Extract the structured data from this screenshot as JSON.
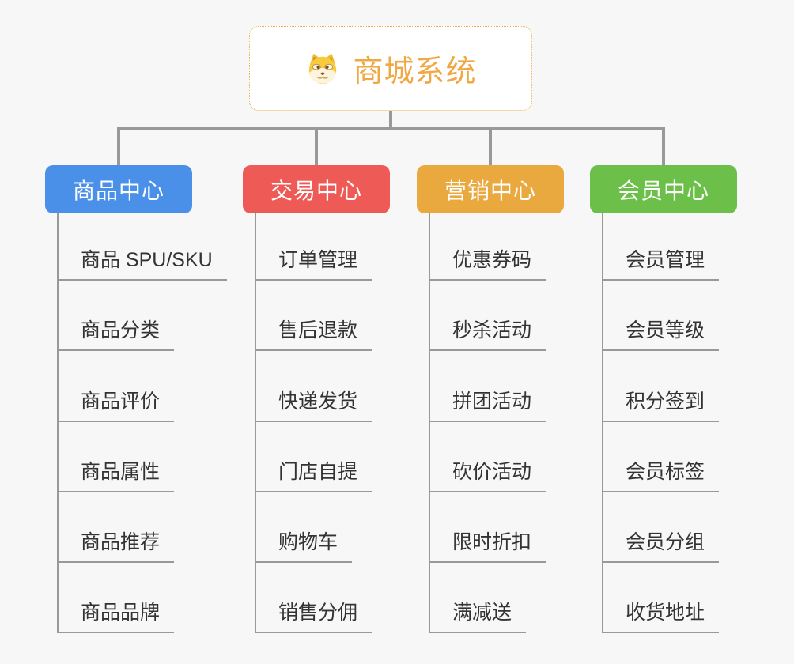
{
  "root": {
    "title": "商城系统",
    "icon": "doge-face-icon",
    "accent_color": "#f0a845",
    "border_color": "#ecae4a"
  },
  "branches": [
    {
      "label": "商品中心",
      "color": "#4a90e9",
      "children": [
        "商品 SPU/SKU",
        "商品分类",
        "商品评价",
        "商品属性",
        "商品推荐",
        "商品品牌"
      ]
    },
    {
      "label": "交易中心",
      "color": "#ee5a55",
      "children": [
        "订单管理",
        "售后退款",
        "快递发货",
        "门店自提",
        "购物车",
        "销售分佣"
      ]
    },
    {
      "label": "营销中心",
      "color": "#e9a93f",
      "children": [
        "优惠券码",
        "秒杀活动",
        "拼团活动",
        "砍价活动",
        "限时折扣",
        "满减送"
      ]
    },
    {
      "label": "会员中心",
      "color": "#6cc04a",
      "children": [
        "会员管理",
        "会员等级",
        "积分签到",
        "会员标签",
        "会员分组",
        "收货地址"
      ]
    }
  ],
  "style": {
    "connector_color": "#999999",
    "background_color": "#f7f7f7",
    "child_text_color": "#333333"
  }
}
